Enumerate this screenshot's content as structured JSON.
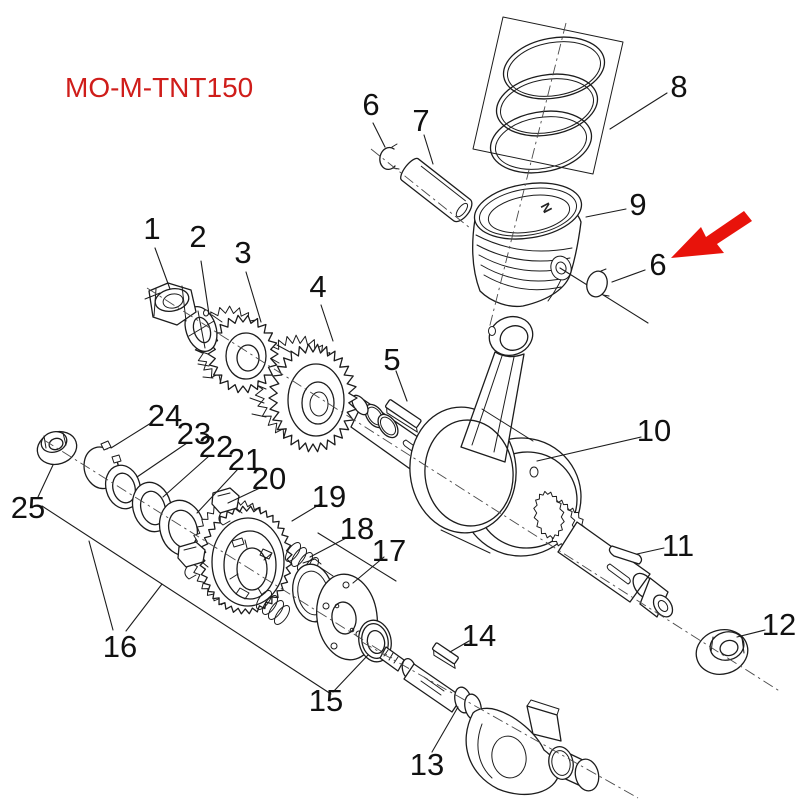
{
  "title": {
    "text": "MO-M-TNT150"
  },
  "colors": {
    "title_red": "#cf1d1a",
    "arrow_red": "#e8130b",
    "line": "#1c1c1c",
    "background": "#ffffff"
  },
  "piston_mark": "N",
  "callouts": {
    "c1": "1",
    "c2": "2",
    "c3": "3",
    "c4": "4",
    "c5": "5",
    "c6_left": "6",
    "c6_right": "6",
    "c7": "7",
    "c8": "8",
    "c9": "9",
    "c10": "10",
    "c11": "11",
    "c12": "12",
    "c13": "13",
    "c14": "14",
    "c15": "15",
    "c16": "16",
    "c17": "17",
    "c18": "18",
    "c19": "19",
    "c20": "20",
    "c21": "21",
    "c22": "22",
    "c23": "23",
    "c24": "24",
    "c25": "25"
  }
}
